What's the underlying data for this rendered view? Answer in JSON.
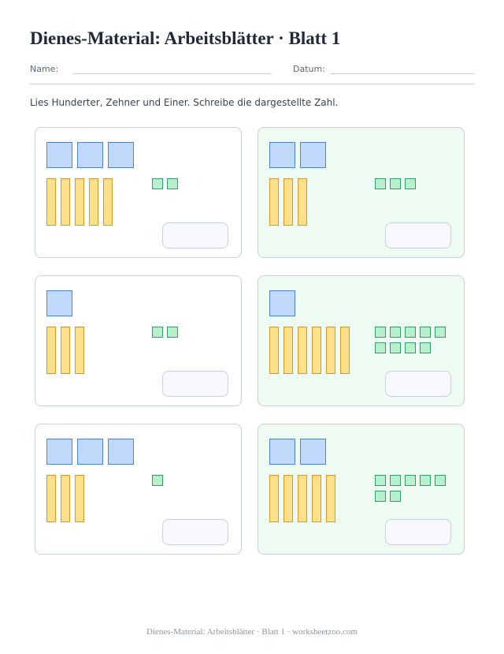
{
  "header": {
    "title": "Dienes-Material: Arbeitsblätter · Blatt 1",
    "name_label": "Name:",
    "date_label": "Datum:"
  },
  "instructions": "Lies Hunderter, Zehner und Einer. Schreibe die dargestellte Zahl.",
  "colors": {
    "hundred_fill": "#c0d9fb",
    "hundred_border": "#4d82d6",
    "ten_fill": "#fde08a",
    "ten_border": "#d69727",
    "one_fill": "#b8efcd",
    "one_border": "#2ea067",
    "tinted_card": "#eefbf2"
  },
  "tasks": [
    {
      "hundreds": 3,
      "tens": 5,
      "ones": 2
    },
    {
      "hundreds": 2,
      "tens": 3,
      "ones": 3
    },
    {
      "hundreds": 1,
      "tens": 3,
      "ones": 2
    },
    {
      "hundreds": 1,
      "tens": 6,
      "ones": 9
    },
    {
      "hundreds": 3,
      "tens": 3,
      "ones": 1
    },
    {
      "hundreds": 2,
      "tens": 5,
      "ones": 7
    }
  ],
  "footer": "Dienes-Material: Arbeitsblätter · Blatt 1 · worksheetzoo.com"
}
